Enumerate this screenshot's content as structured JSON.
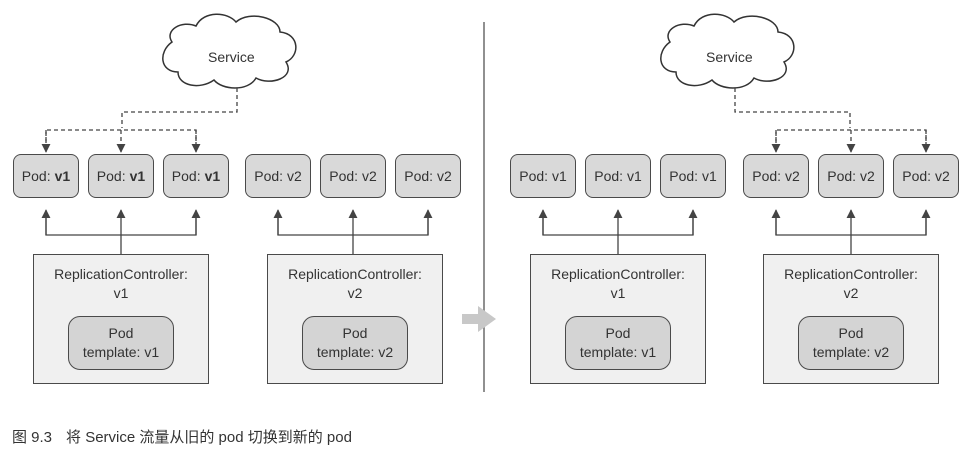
{
  "left_panel": {
    "service_label": "Service",
    "pods_v1": [
      {
        "prefix": "Pod:",
        "version": "v1"
      },
      {
        "prefix": "Pod:",
        "version": "v1"
      },
      {
        "prefix": "Pod:",
        "version": "v1"
      }
    ],
    "pods_v2": [
      {
        "label": "Pod: v2"
      },
      {
        "label": "Pod: v2"
      },
      {
        "label": "Pod: v2"
      }
    ],
    "rc_v1": {
      "title_line1": "ReplicationController:",
      "title_line2": "v1",
      "template_line1": "Pod",
      "template_line2": "template: v1"
    },
    "rc_v2": {
      "title_line1": "ReplicationController:",
      "title_line2": "v2",
      "template_line1": "Pod",
      "template_line2": "template: v2"
    }
  },
  "right_panel": {
    "service_label": "Service",
    "pods_v1": [
      {
        "label": "Pod: v1"
      },
      {
        "label": "Pod: v1"
      },
      {
        "label": "Pod: v1"
      }
    ],
    "pods_v2": [
      {
        "label": "Pod: v2"
      },
      {
        "label": "Pod: v2"
      },
      {
        "label": "Pod: v2"
      }
    ],
    "rc_v1": {
      "title_line1": "ReplicationController:",
      "title_line2": "v1",
      "template_line1": "Pod",
      "template_line2": "template: v1"
    },
    "rc_v2": {
      "title_line1": "ReplicationController:",
      "title_line2": "v2",
      "template_line1": "Pod",
      "template_line2": "template: v2"
    }
  },
  "caption": {
    "figure_number": "图 9.3",
    "text": "将 Service 流量从旧的 pod 切换到新的 pod"
  },
  "colors": {
    "pod_fill": "#d9d9d9",
    "rc_fill": "#f0f0f0",
    "template_fill": "#d4d4d4",
    "outline": "#4a4a4a",
    "transition_arrow": "#c8c8c8"
  }
}
